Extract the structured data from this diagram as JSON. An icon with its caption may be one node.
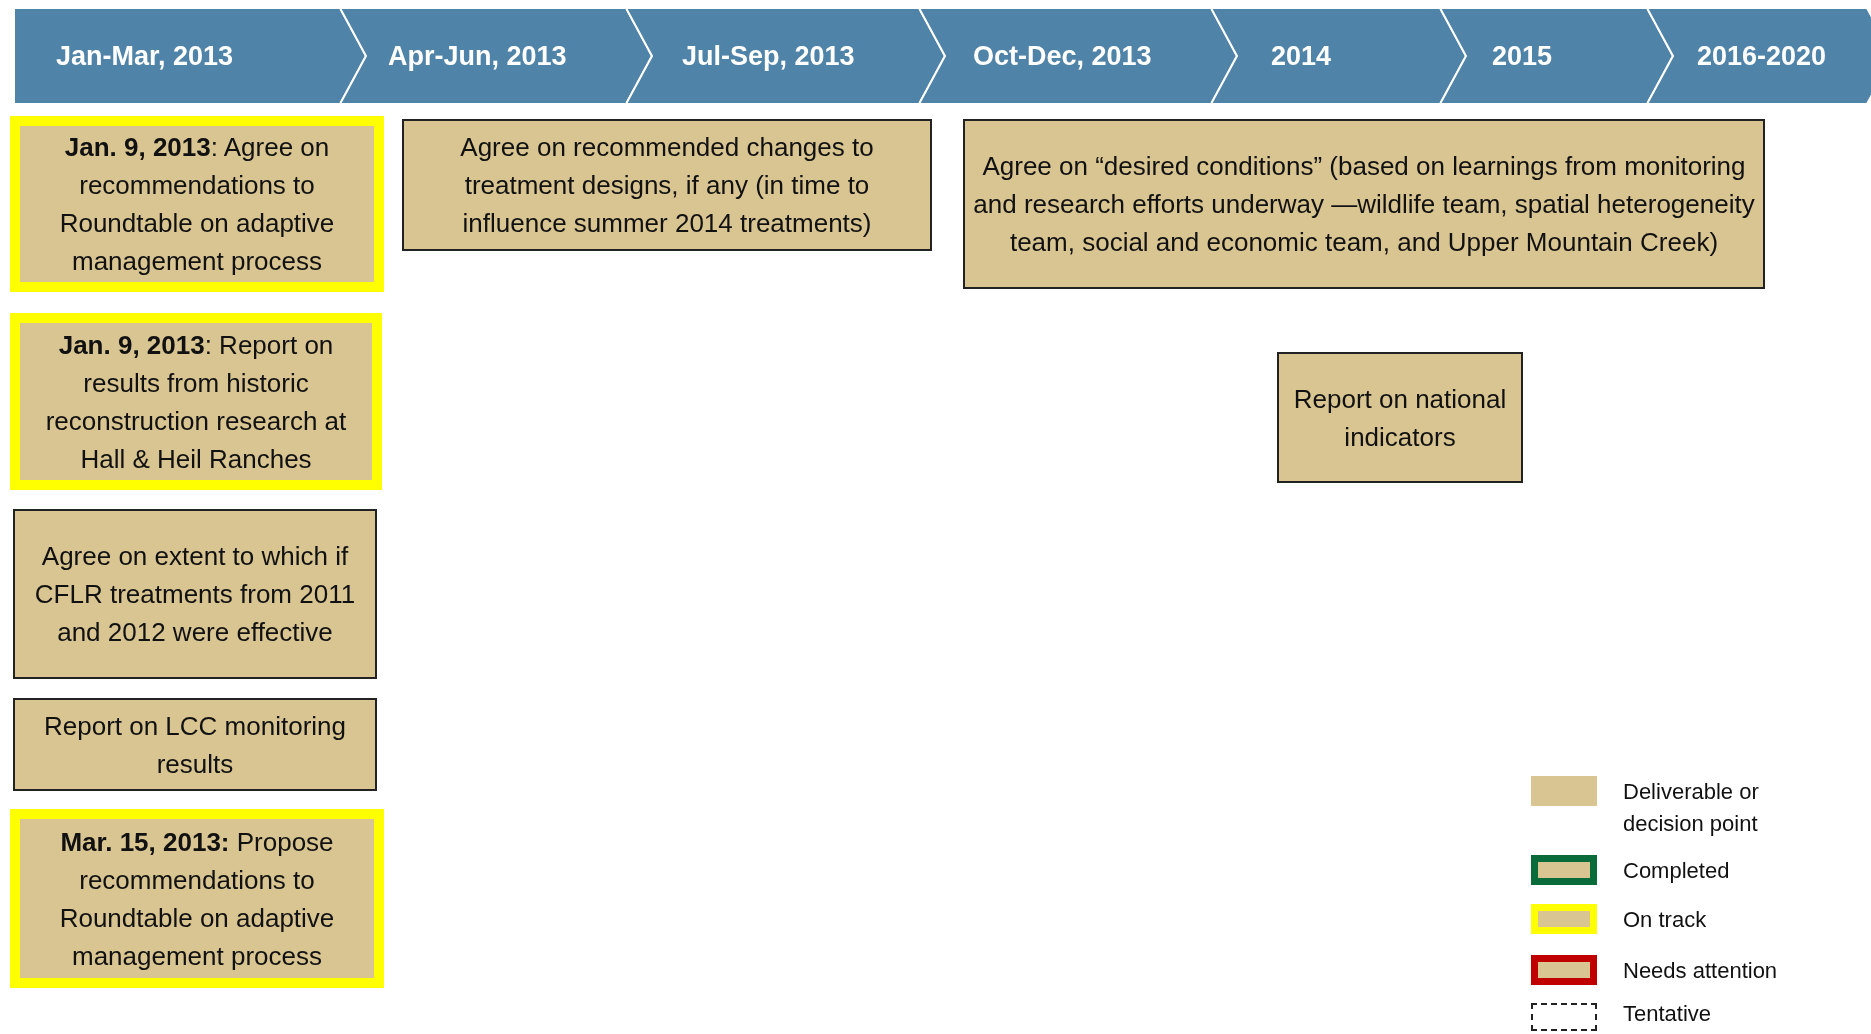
{
  "diagram": {
    "nodes": [
      {
        "text": [
          "Jan-Mar, 2013"
        ]
      },
      {
        "text": [
          "Apr-Jun, 2013"
        ]
      },
      {
        "text": [
          "Jul-Sep, 2013"
        ]
      },
      {
        "text": [
          "Oct-Dec, 2013"
        ]
      },
      {
        "text": [
          "2014"
        ]
      },
      {
        "text": [
          "2015"
        ]
      },
      {
        "text": [
          "2016-2020"
        ]
      },
      {
        "text": [
          "**Jan. 9, 2013**: Agree on recommendations to Roundtable on adaptive management process"
        ]
      },
      {
        "text": [
          "Agree on recommended changes to treatment designs, if any (in time to influence summer 2014 treatments)"
        ]
      },
      {
        "text": [
          "Agree on “desired conditions” (based on learnings from monitoring and research efforts underway —wildlife team, spatial heterogeneity team, social and economic team, and Upper Mountain Creek)"
        ]
      },
      {
        "text": [
          "**Jan. 9, 2013**: Report on results from historic reconstruction research at Hall & Heil Ranches"
        ]
      },
      {
        "text": [
          "Report on national indicators"
        ]
      },
      {
        "text": [
          "Agree on extent to which if CFLR treatments from 2011 and 2012 were effective"
        ]
      },
      {
        "text": [
          "Report on LCC monitoring results"
        ]
      },
      {
        "text": [
          "**Mar. 15, 2013:** Propose recommendations to Roundtable on adaptive management process"
        ]
      }
    ],
    "edges": [],
    "legend": [
      {
        "text": "Deliverable or decision point",
        "color": "#d9c592"
      },
      {
        "text": "Completed"
      },
      {
        "text": "On track"
      },
      {
        "text": "Needs attention"
      },
      {
        "text": "Tentative"
      }
    ]
  }
}
